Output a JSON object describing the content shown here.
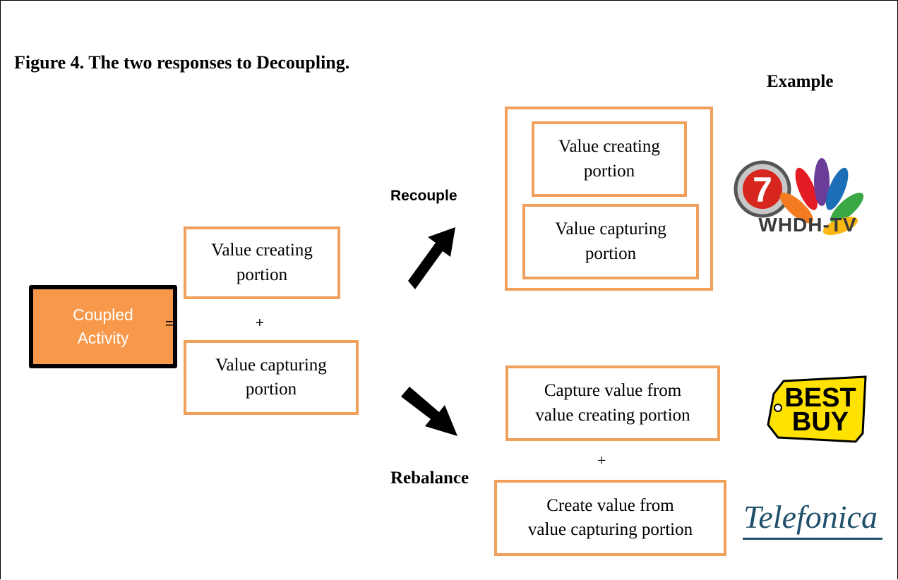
{
  "figure": {
    "title": "Figure 4. The two responses to Decoupling.",
    "example_header": "Example"
  },
  "coupled": {
    "line1": "Coupled",
    "line2": "Activity"
  },
  "decomposition": {
    "equals": "=",
    "plus": "+",
    "creating": {
      "line1": "Value creating",
      "line2": "portion"
    },
    "capturing": {
      "line1": "Value capturing",
      "line2": "portion"
    }
  },
  "recouple": {
    "label": "Recouple",
    "creating": {
      "line1": "Value creating",
      "line2": "portion"
    },
    "capturing": {
      "line1": "Value capturing",
      "line2": "portion"
    }
  },
  "rebalance": {
    "label": "Rebalance",
    "plus": "+",
    "capture": {
      "line1": "Capture value from",
      "line2": "value creating portion"
    },
    "create": {
      "line1": "Create value from",
      "line2": "value capturing portion"
    }
  },
  "logos": {
    "whdh": {
      "text": "WHDH-TV",
      "numeral": "7"
    },
    "bestbuy": {
      "line1": "BEST",
      "line2": "BUY"
    },
    "telefonica": {
      "text": "Telefonica"
    }
  },
  "colors": {
    "box_border": "#f0a05a",
    "coupled_fill": "#f7984a",
    "arrow": "#000000"
  }
}
